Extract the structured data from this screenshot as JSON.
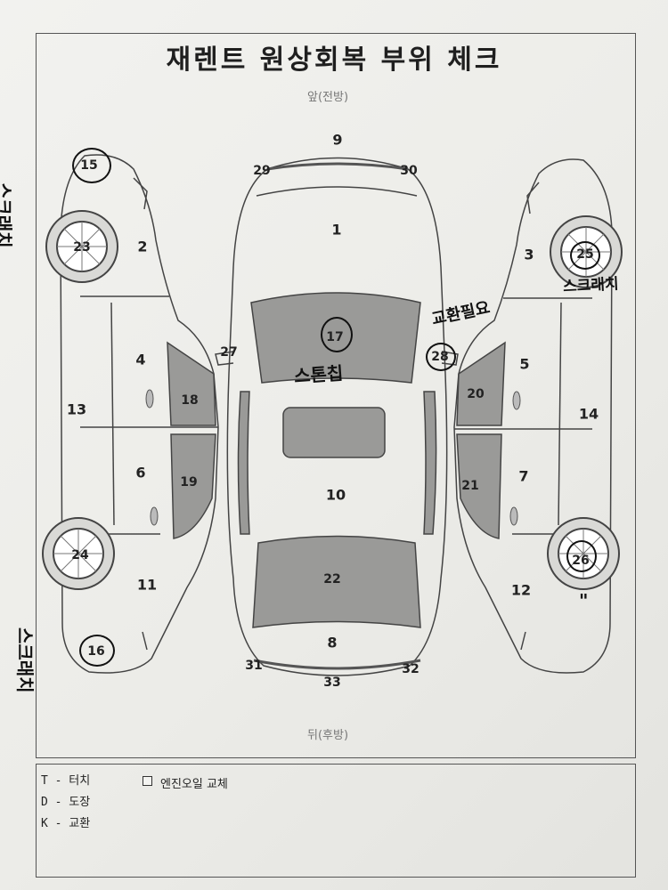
{
  "title": "재렌트 원상회복 부위 체크",
  "front_label": "앞(전방)",
  "rear_label": "뒤(후방)",
  "parts": [
    "1",
    "2",
    "3",
    "4",
    "5",
    "6",
    "7",
    "8",
    "9",
    "10",
    "11",
    "12",
    "13",
    "14",
    "15",
    "16",
    "17",
    "18",
    "19",
    "20",
    "21",
    "22",
    "23",
    "24",
    "25",
    "26",
    "27",
    "28",
    "29",
    "30",
    "31",
    "32",
    "33"
  ],
  "annotations": {
    "p15": "스크래치",
    "p16": "스크래치",
    "p17": "스톤칩",
    "p25": "스크래치",
    "p28": "교환필요",
    "p26": "\""
  },
  "legend": {
    "t": "T - 터치",
    "d": "D - 도장",
    "k": "K - 교환",
    "checkbox_label": "엔진오일 교체"
  }
}
